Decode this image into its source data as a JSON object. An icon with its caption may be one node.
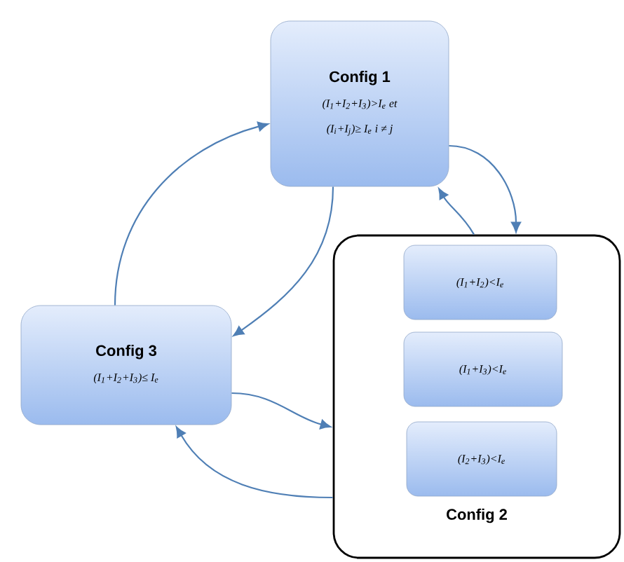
{
  "diagram": {
    "nodes": [
      {
        "text": [
          "Config 1",
          "(I$_{1}$+I$_{2}$+I$_{3}$)>I$_{e}$ et",
          "(I$_{i}$+I$_{j}$)≥ I$_{e}$ i ≠ j"
        ]
      },
      {
        "text": [
          "Config 2"
        ]
      },
      {
        "text": [
          "(I$_{1}$+I$_{2}$)<I$_{e}$"
        ],
        "in": 1
      },
      {
        "text": [
          "(I$_{1}$+I$_{3}$)<I$_{e}$"
        ],
        "in": 1
      },
      {
        "text": [
          "(I$_{2}$+I$_{3}$)<I$_{e}$"
        ],
        "in": 1
      },
      {
        "text": [
          "Config 3",
          "(I$_{1}$+I$_{2}$+I$_{3}$)≤ I$_{e}$"
        ]
      }
    ],
    "edges": [
      {
        "from": 0,
        "to": 5,
        "arrow": "to"
      },
      {
        "from": 5,
        "to": 0,
        "arrow": "to"
      },
      {
        "from": 0,
        "to": 1,
        "arrow": "to"
      },
      {
        "from": 1,
        "to": 0,
        "arrow": "to"
      },
      {
        "from": 5,
        "to": 1,
        "arrow": "to"
      },
      {
        "from": 1,
        "to": 5,
        "arrow": "to"
      }
    ]
  }
}
